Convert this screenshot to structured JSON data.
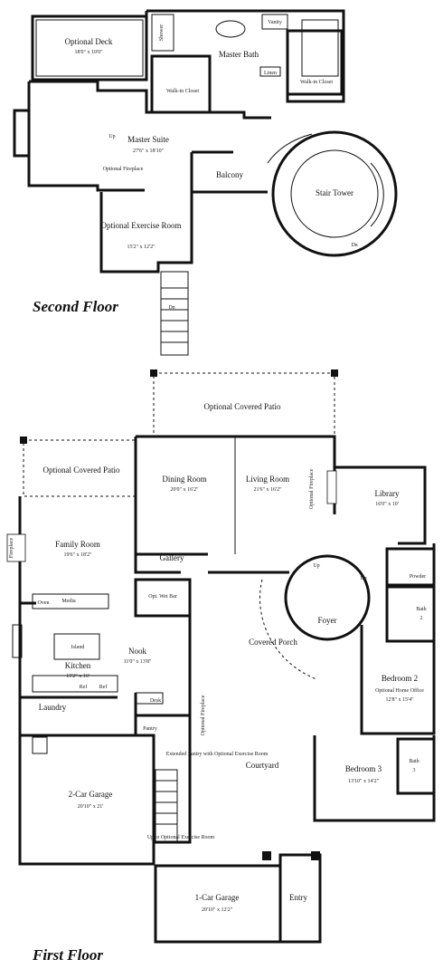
{
  "second_floor": {
    "heading": "Second Floor",
    "rooms": {
      "optional_deck": {
        "name": "Optional Deck",
        "dim": "18'0\" x 10'0\""
      },
      "shower": "Shower",
      "vanity": "Vanity",
      "master_bath": "Master Bath",
      "walkin_closet_left": "Walk-in Closet",
      "walkin_closet_right": "Walk-in Closet",
      "linen": "Linen",
      "master_suite": {
        "name": "Master Suite",
        "dim": "27'6\" x 18'10\""
      },
      "up": "Up",
      "optional_fireplace": "Optional Fireplace",
      "balcony": "Balcony",
      "stair_tower": "Stair Tower",
      "stair_dn": "Dn",
      "optional_exercise_room": {
        "name": "Optional Exercise Room",
        "dim": "15'2\" x 12'2\""
      },
      "dn": "Dn"
    }
  },
  "first_floor": {
    "heading": "First Floor",
    "rooms": {
      "optional_covered_patio_top": "Optional Covered Patio",
      "optional_covered_patio_left": "Optional Covered Patio",
      "dining_room": {
        "name": "Dining Room",
        "dim": "20'0\" x 16'2\""
      },
      "living_room": {
        "name": "Living Room",
        "dim": "21'6\" x 16'2\""
      },
      "optional_fireplace_living": "Optional Fireplace",
      "library": {
        "name": "Library",
        "dim": "16'0\" x 10'"
      },
      "fireplace": "Fireplace",
      "family_room": {
        "name": "Family Room",
        "dim": "19'6\" x 18'2\""
      },
      "gallery": "Gallery",
      "up_gallery": "Up",
      "up_foyer": "Up",
      "powder": "Powder",
      "oven": "Oven",
      "media": "Media",
      "opt_wet_bar": "Opt. Wet Bar",
      "foyer": "Foyer",
      "bath2": {
        "name": "Bath",
        "num": "2"
      },
      "island": "Island",
      "kitchen": {
        "name": "Kitchen",
        "dim": "15'2\" x 16'"
      },
      "nook": {
        "name": "Nook",
        "dim": "11'0\" x 13'8\""
      },
      "covered_porch": "Covered Porch",
      "bedroom2": {
        "name": "Bedroom 2",
        "sub": "Optional Home Office",
        "dim": "12'8\" x 15'4\""
      },
      "ref": "Ref",
      "ref2": "Ref",
      "laundry": "Laundry",
      "desk": "Desk",
      "optional_fireplace_nook": "Optional Fireplace",
      "pantry": "Pantry",
      "extended_pantry": "Extended Pantry with Optional Exercise Room",
      "courtyard": "Courtyard",
      "bedroom3": {
        "name": "Bedroom 3",
        "dim": "13'10\" x 14'2\""
      },
      "bath3": {
        "name": "Bath",
        "num": "3"
      },
      "two_car_garage": {
        "name": "2-Car Garage",
        "dim": "20'10\" x 21'"
      },
      "up_optional_exercise": "Up to Optional Exercise Room",
      "one_car_garage": {
        "name": "1-Car Garage",
        "dim": "20'10\" x 12'2\""
      },
      "entry": "Entry"
    }
  }
}
